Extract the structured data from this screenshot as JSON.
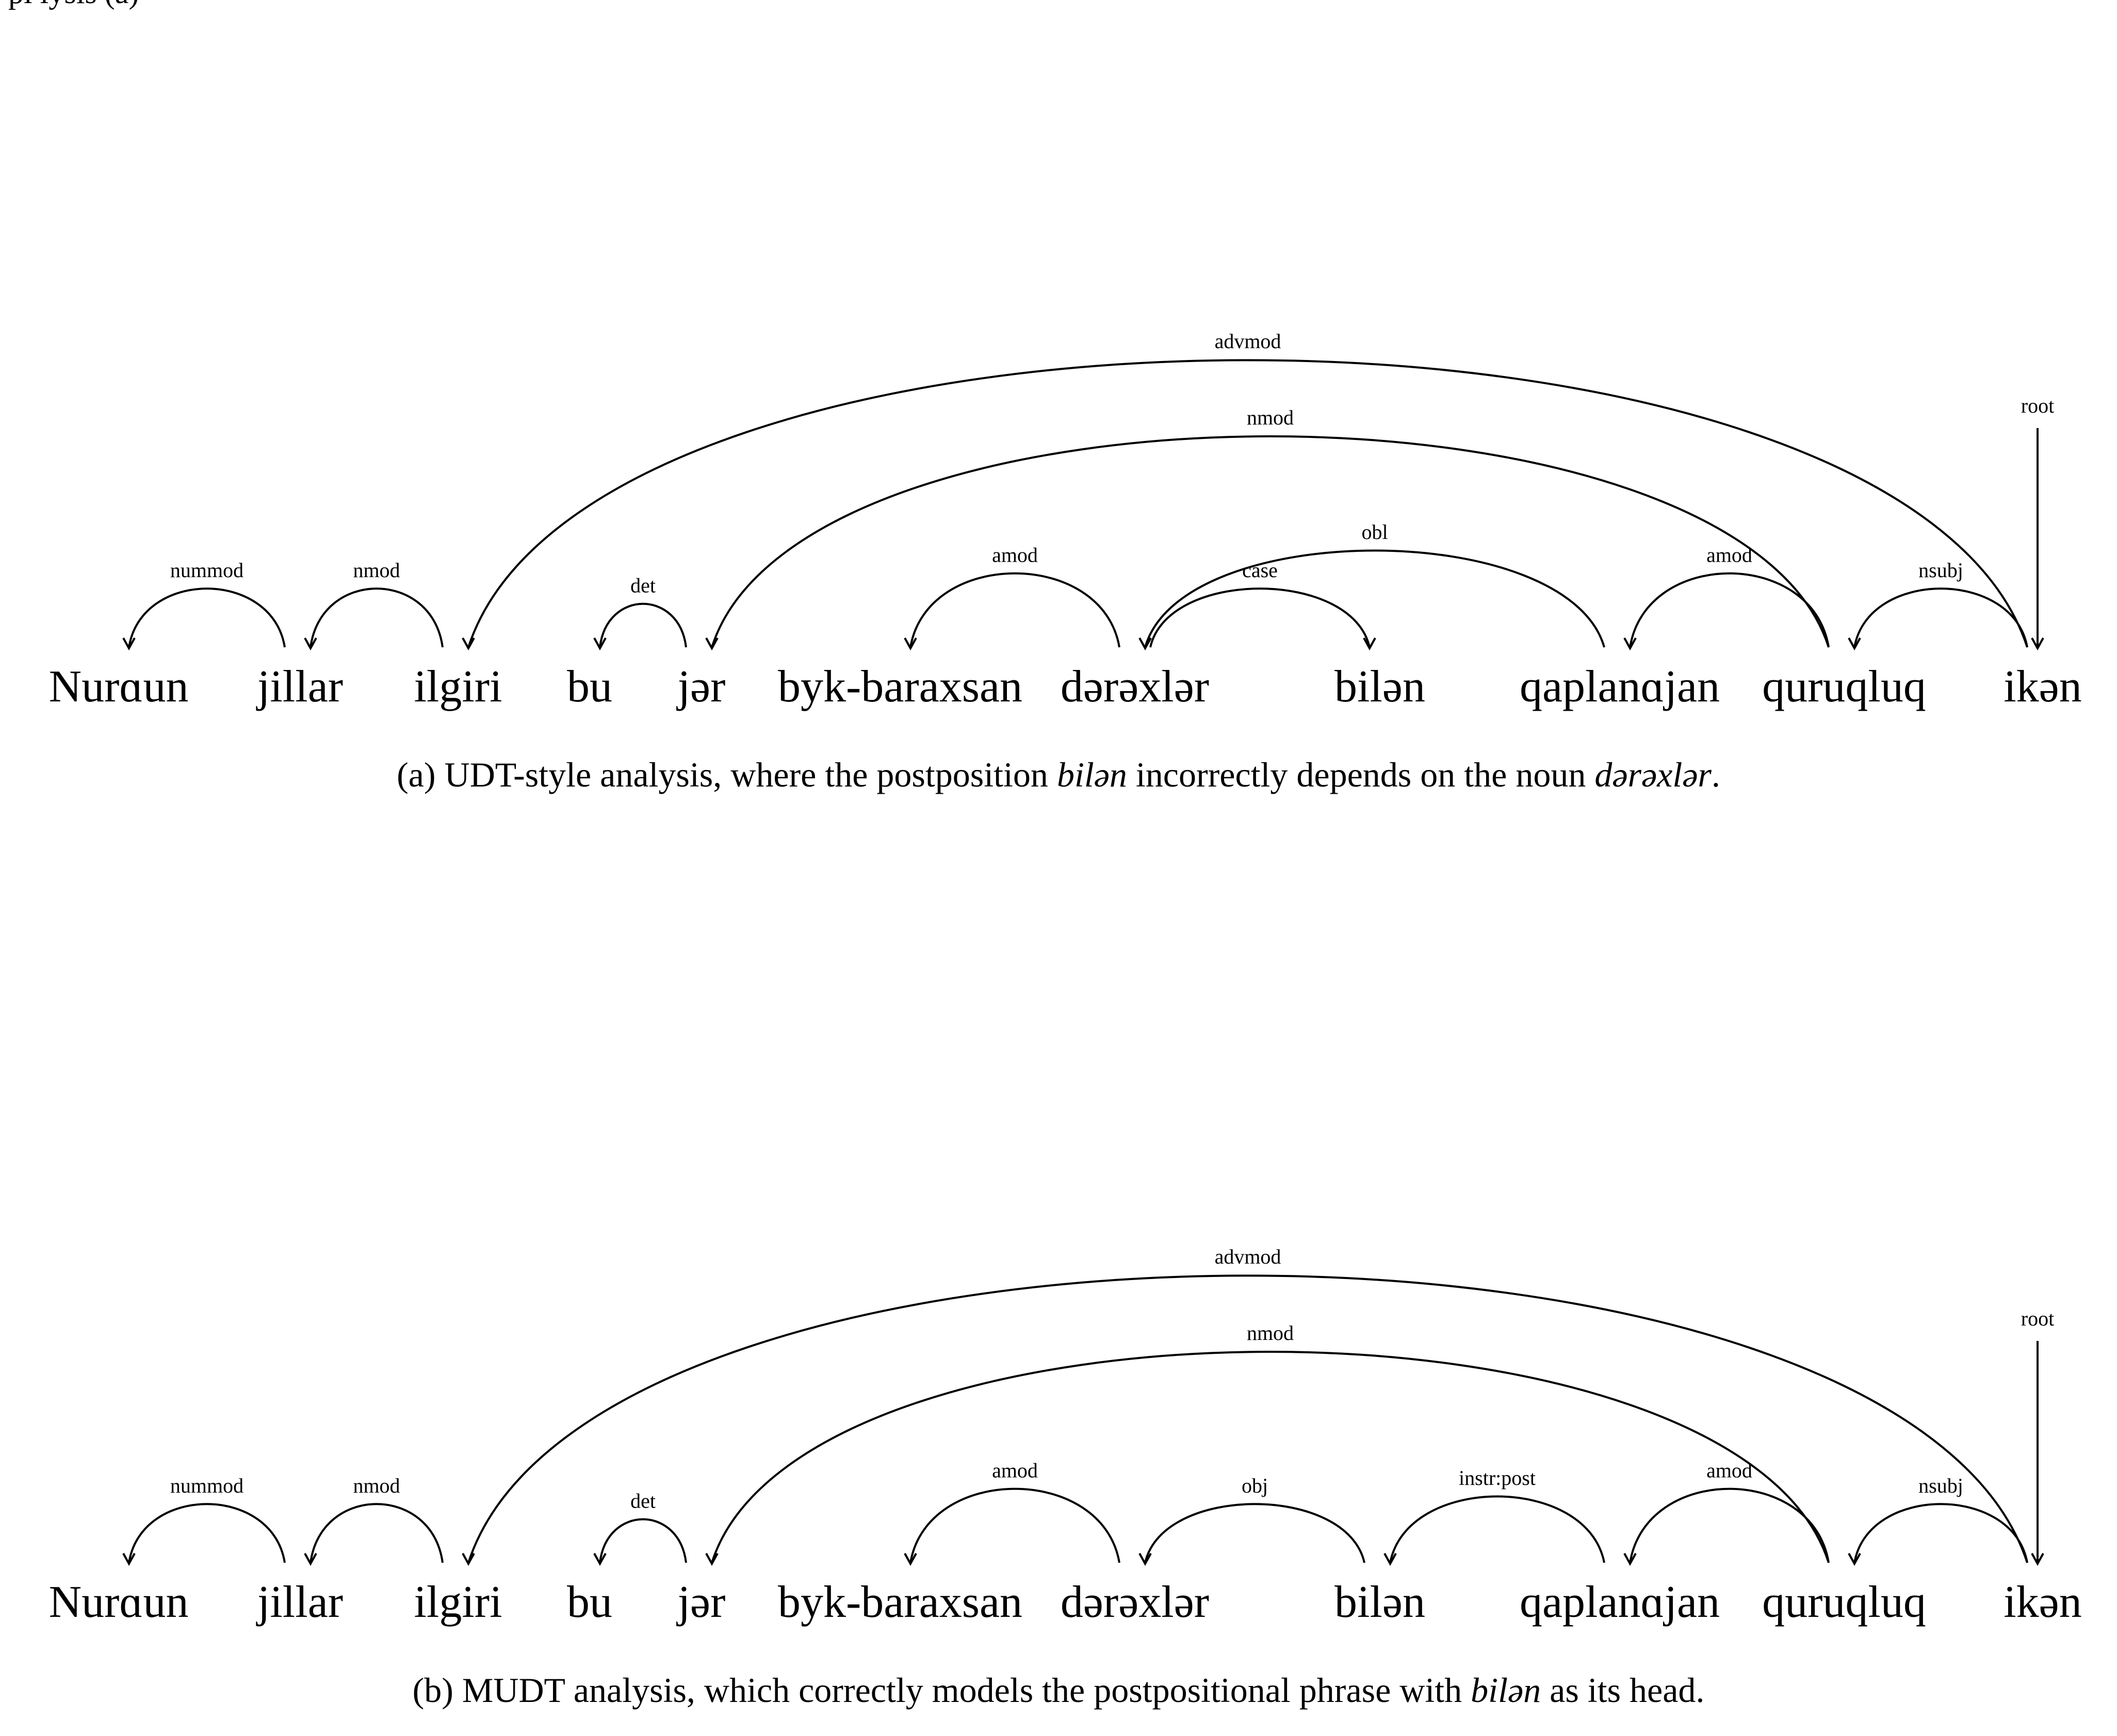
{
  "colors": {
    "ink": "#000000",
    "background": "#ffffff"
  },
  "intro_fragment": "pl                                         lysis     (a)",
  "panels": [
    {
      "id": "a",
      "words": [
        "Nurɑun",
        "jillar",
        "ilgiri",
        "bu",
        "jər",
        "byk-baraxsan",
        "dərəxlər",
        "bilən",
        "qaplanɑjan",
        "quruqluq",
        "ikən"
      ],
      "arcs": [
        {
          "head": 1,
          "dep": 0,
          "label": "nummod",
          "level": 1
        },
        {
          "head": 2,
          "dep": 1,
          "label": "nmod",
          "level": 1
        },
        {
          "head": 4,
          "dep": 3,
          "label": "det",
          "level": 0.6
        },
        {
          "head": 6,
          "dep": 5,
          "label": "amod",
          "level": 1.4
        },
        {
          "head": 8,
          "dep": 6,
          "label": "obl",
          "level": 2.0
        },
        {
          "head": 6,
          "dep": 7,
          "label": "case",
          "level": 1.0
        },
        {
          "head": 9,
          "dep": 8,
          "label": "amod",
          "level": 1.4
        },
        {
          "head": 10,
          "dep": 9,
          "label": "nsubj",
          "level": 1.0
        },
        {
          "head": 9,
          "dep": 4,
          "label": "nmod",
          "level": 5.0
        },
        {
          "head": 10,
          "dep": 2,
          "label": "advmod",
          "level": 7.0
        }
      ],
      "root": {
        "word": 10,
        "label": "root"
      },
      "caption": {
        "prefix": "(a) UDT-style analysis, where the postposition ",
        "em1": "bilən",
        "middle": " incorrectly depends on the noun ",
        "em2": "dərəxlər",
        "suffix": "."
      }
    },
    {
      "id": "b",
      "words": [
        "Nurɑun",
        "jillar",
        "ilgiri",
        "bu",
        "jər",
        "byk-baraxsan",
        "dərəxlər",
        "bilən",
        "qaplanɑjan",
        "quruqluq",
        "ikən"
      ],
      "arcs": [
        {
          "head": 1,
          "dep": 0,
          "label": "nummod",
          "level": 1
        },
        {
          "head": 2,
          "dep": 1,
          "label": "nmod",
          "level": 1
        },
        {
          "head": 4,
          "dep": 3,
          "label": "det",
          "level": 0.6
        },
        {
          "head": 6,
          "dep": 5,
          "label": "amod",
          "level": 1.4
        },
        {
          "head": 7,
          "dep": 6,
          "label": "obj",
          "level": 1.0
        },
        {
          "head": 8,
          "dep": 7,
          "label": "instr:post",
          "level": 1.2
        },
        {
          "head": 9,
          "dep": 8,
          "label": "amod",
          "level": 1.4
        },
        {
          "head": 10,
          "dep": 9,
          "label": "nsubj",
          "level": 1.0
        },
        {
          "head": 9,
          "dep": 4,
          "label": "nmod",
          "level": 5.0
        },
        {
          "head": 10,
          "dep": 2,
          "label": "advmod",
          "level": 7.0
        }
      ],
      "root": {
        "word": 10,
        "label": "root"
      },
      "caption": {
        "prefix": "(b) MUDT analysis, which correctly models the postpositional phrase with ",
        "em1": "bilən",
        "middle": " as its head.",
        "em2": "",
        "suffix": ""
      }
    }
  ]
}
